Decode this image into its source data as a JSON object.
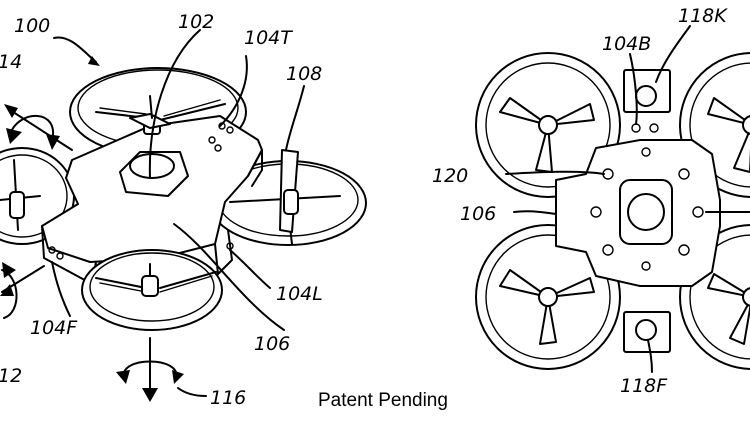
{
  "caption": "Patent Pending",
  "labels": {
    "l100": "100",
    "l102": "102",
    "l104T": "104T",
    "l108": "108",
    "l114": "14",
    "l104F": "104F",
    "l112": "12",
    "l116": "116",
    "l106a": "106",
    "l104L": "104L",
    "l104B": "104B",
    "l118K": "118K",
    "l120": "120",
    "l106b": "106",
    "l118F": "118F"
  }
}
